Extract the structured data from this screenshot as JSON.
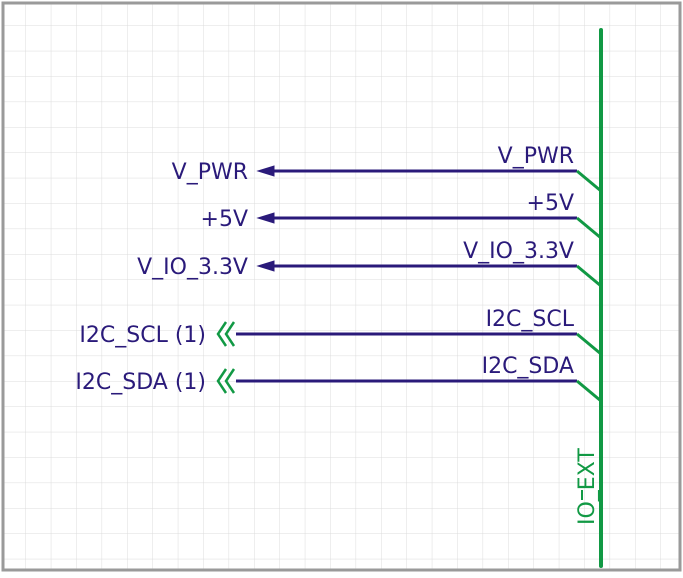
{
  "colors": {
    "background": "#ffffff",
    "grid": "#dcdcdc",
    "frame": "#9a9a9a",
    "wire": "#2a1a7a",
    "bus": "#119944",
    "text": "#2a1a7a",
    "bus_text": "#119944"
  },
  "bus": {
    "name": "IO_EXT"
  },
  "nets": [
    {
      "id": "v-pwr",
      "wire_label": "V_PWR",
      "port_label": "V_PWR",
      "port_type": "power-arrow"
    },
    {
      "id": "plus-5v",
      "wire_label": "+5V",
      "port_label": "+5V",
      "port_type": "power-arrow"
    },
    {
      "id": "v-io-3v3",
      "wire_label": "V_IO_3.3V",
      "port_label": "V_IO_3.3V",
      "port_type": "power-arrow"
    },
    {
      "id": "i2c-scl",
      "wire_label": "I2C_SCL",
      "port_label": "I2C_SCL (1)",
      "port_type": "offsheet-connector"
    },
    {
      "id": "i2c-sda",
      "wire_label": "I2C_SDA",
      "port_label": "I2C_SDA (1)",
      "port_type": "offsheet-connector"
    }
  ]
}
